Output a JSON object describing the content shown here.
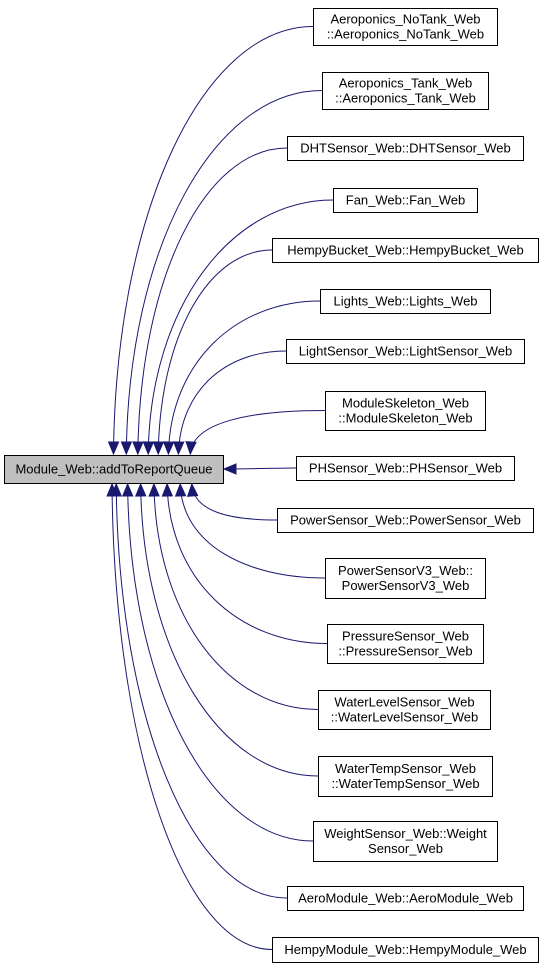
{
  "colors": {
    "edge": "#191970",
    "root_fill": "#bfbfbf",
    "node_fill": "#ffffff",
    "node_border": "#000000"
  },
  "root": {
    "lines": [
      "Module_Web::addToReportQueue"
    ]
  },
  "callers": [
    {
      "lines": [
        "Aeroponics_NoTank_Web",
        "::Aeroponics_NoTank_Web"
      ]
    },
    {
      "lines": [
        "Aeroponics_Tank_Web",
        "::Aeroponics_Tank_Web"
      ]
    },
    {
      "lines": [
        "DHTSensor_Web::DHTSensor_Web"
      ]
    },
    {
      "lines": [
        "Fan_Web::Fan_Web"
      ]
    },
    {
      "lines": [
        "HempyBucket_Web::HempyBucket_Web"
      ]
    },
    {
      "lines": [
        "Lights_Web::Lights_Web"
      ]
    },
    {
      "lines": [
        "LightSensor_Web::LightSensor_Web"
      ]
    },
    {
      "lines": [
        "ModuleSkeleton_Web",
        "::ModuleSkeleton_Web"
      ]
    },
    {
      "lines": [
        "PHSensor_Web::PHSensor_Web"
      ]
    },
    {
      "lines": [
        "PowerSensor_Web::PowerSensor_Web"
      ]
    },
    {
      "lines": [
        "PowerSensorV3_Web::",
        "PowerSensorV3_Web"
      ]
    },
    {
      "lines": [
        "PressureSensor_Web",
        "::PressureSensor_Web"
      ]
    },
    {
      "lines": [
        "WaterLevelSensor_Web",
        "::WaterLevelSensor_Web"
      ]
    },
    {
      "lines": [
        "WaterTempSensor_Web",
        "::WaterTempSensor_Web"
      ]
    },
    {
      "lines": [
        "WeightSensor_Web::Weight",
        "Sensor_Web"
      ]
    },
    {
      "lines": [
        "AeroModule_Web::AeroModule_Web"
      ]
    },
    {
      "lines": [
        "HempyModule_Web::HempyModule_Web"
      ]
    }
  ]
}
